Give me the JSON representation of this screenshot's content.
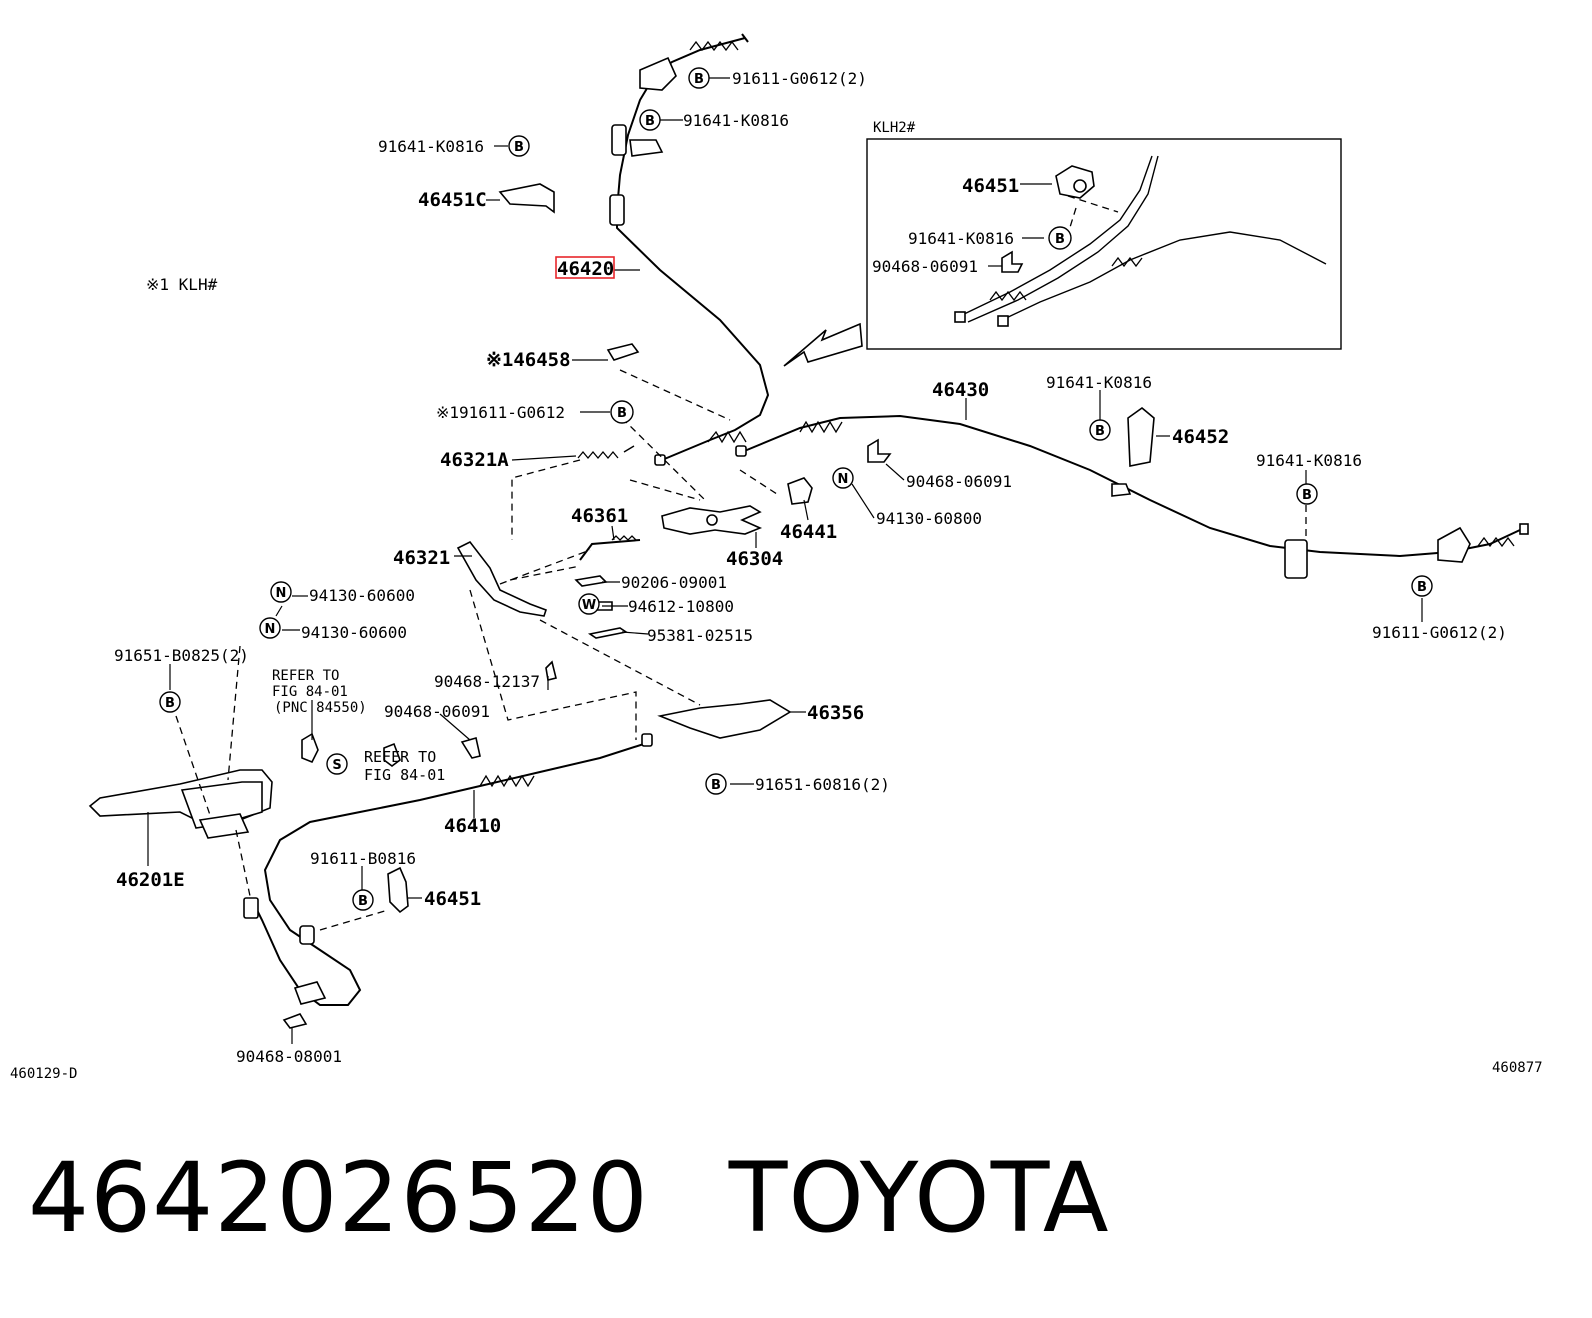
{
  "labels": {
    "p91611_g0612_2_top": "91611-G0612(2)",
    "p91641_k0816_top": "91641-K0816",
    "p91641_k0816_left": "91641-K0816",
    "p46451c": "46451C",
    "p46420": "46420",
    "klh1": "※1 KLH#",
    "klh2": "KLH2#",
    "inset_46451": "46451",
    "inset_91641": "91641-K0816",
    "inset_90468": "90468-06091",
    "p46458": "※146458",
    "p91611_g0612_mid": "※191611-G0612",
    "p46321a": "46321A",
    "p46430": "46430",
    "p91641_k0816_right": "91641-K0816",
    "p46452": "46452",
    "p91641_k0816_far": "91641-K0816",
    "p90468_06091_mid": "90468-06091",
    "p94130_60800": "94130-60800",
    "p46441": "46441",
    "p46361": "46361",
    "p46304": "46304",
    "p46321": "46321",
    "p90206_09001": "90206-09001",
    "p94612_10800": "94612-10800",
    "p95381_02515": "95381-02515",
    "p94130_60600_a": "94130-60600",
    "p94130_60600_b": "94130-60600",
    "p91651_b0825_2": "91651-B0825(2)",
    "refer_1_line1": "REFER TO",
    "refer_1_line2": "FIG 84-01",
    "refer_1_line3": "(PNC 84550)",
    "p90468_12137": "90468-12137",
    "p90468_06091_low": "90468-06091",
    "refer_2_line1": "REFER TO",
    "refer_2_line2": "FIG 84-01",
    "p46356": "46356",
    "p91651_60816_2": "91651-60816(2)",
    "p46410": "46410",
    "p46201e": "46201E",
    "p91611_b0816": "91611-B0816",
    "p46451": "46451",
    "p90468_08001": "90468-08001",
    "p91611_g0612_2_right": "91611-G0612(2)",
    "code_left": "460129-D",
    "code_right": "460877"
  },
  "symbols": {
    "bolt": "B",
    "nut": "N",
    "washer": "W",
    "screw": "S"
  },
  "highlight_color": "#e8262b",
  "caption": {
    "part_number": "4642026520",
    "brand": "TOYOTA"
  }
}
